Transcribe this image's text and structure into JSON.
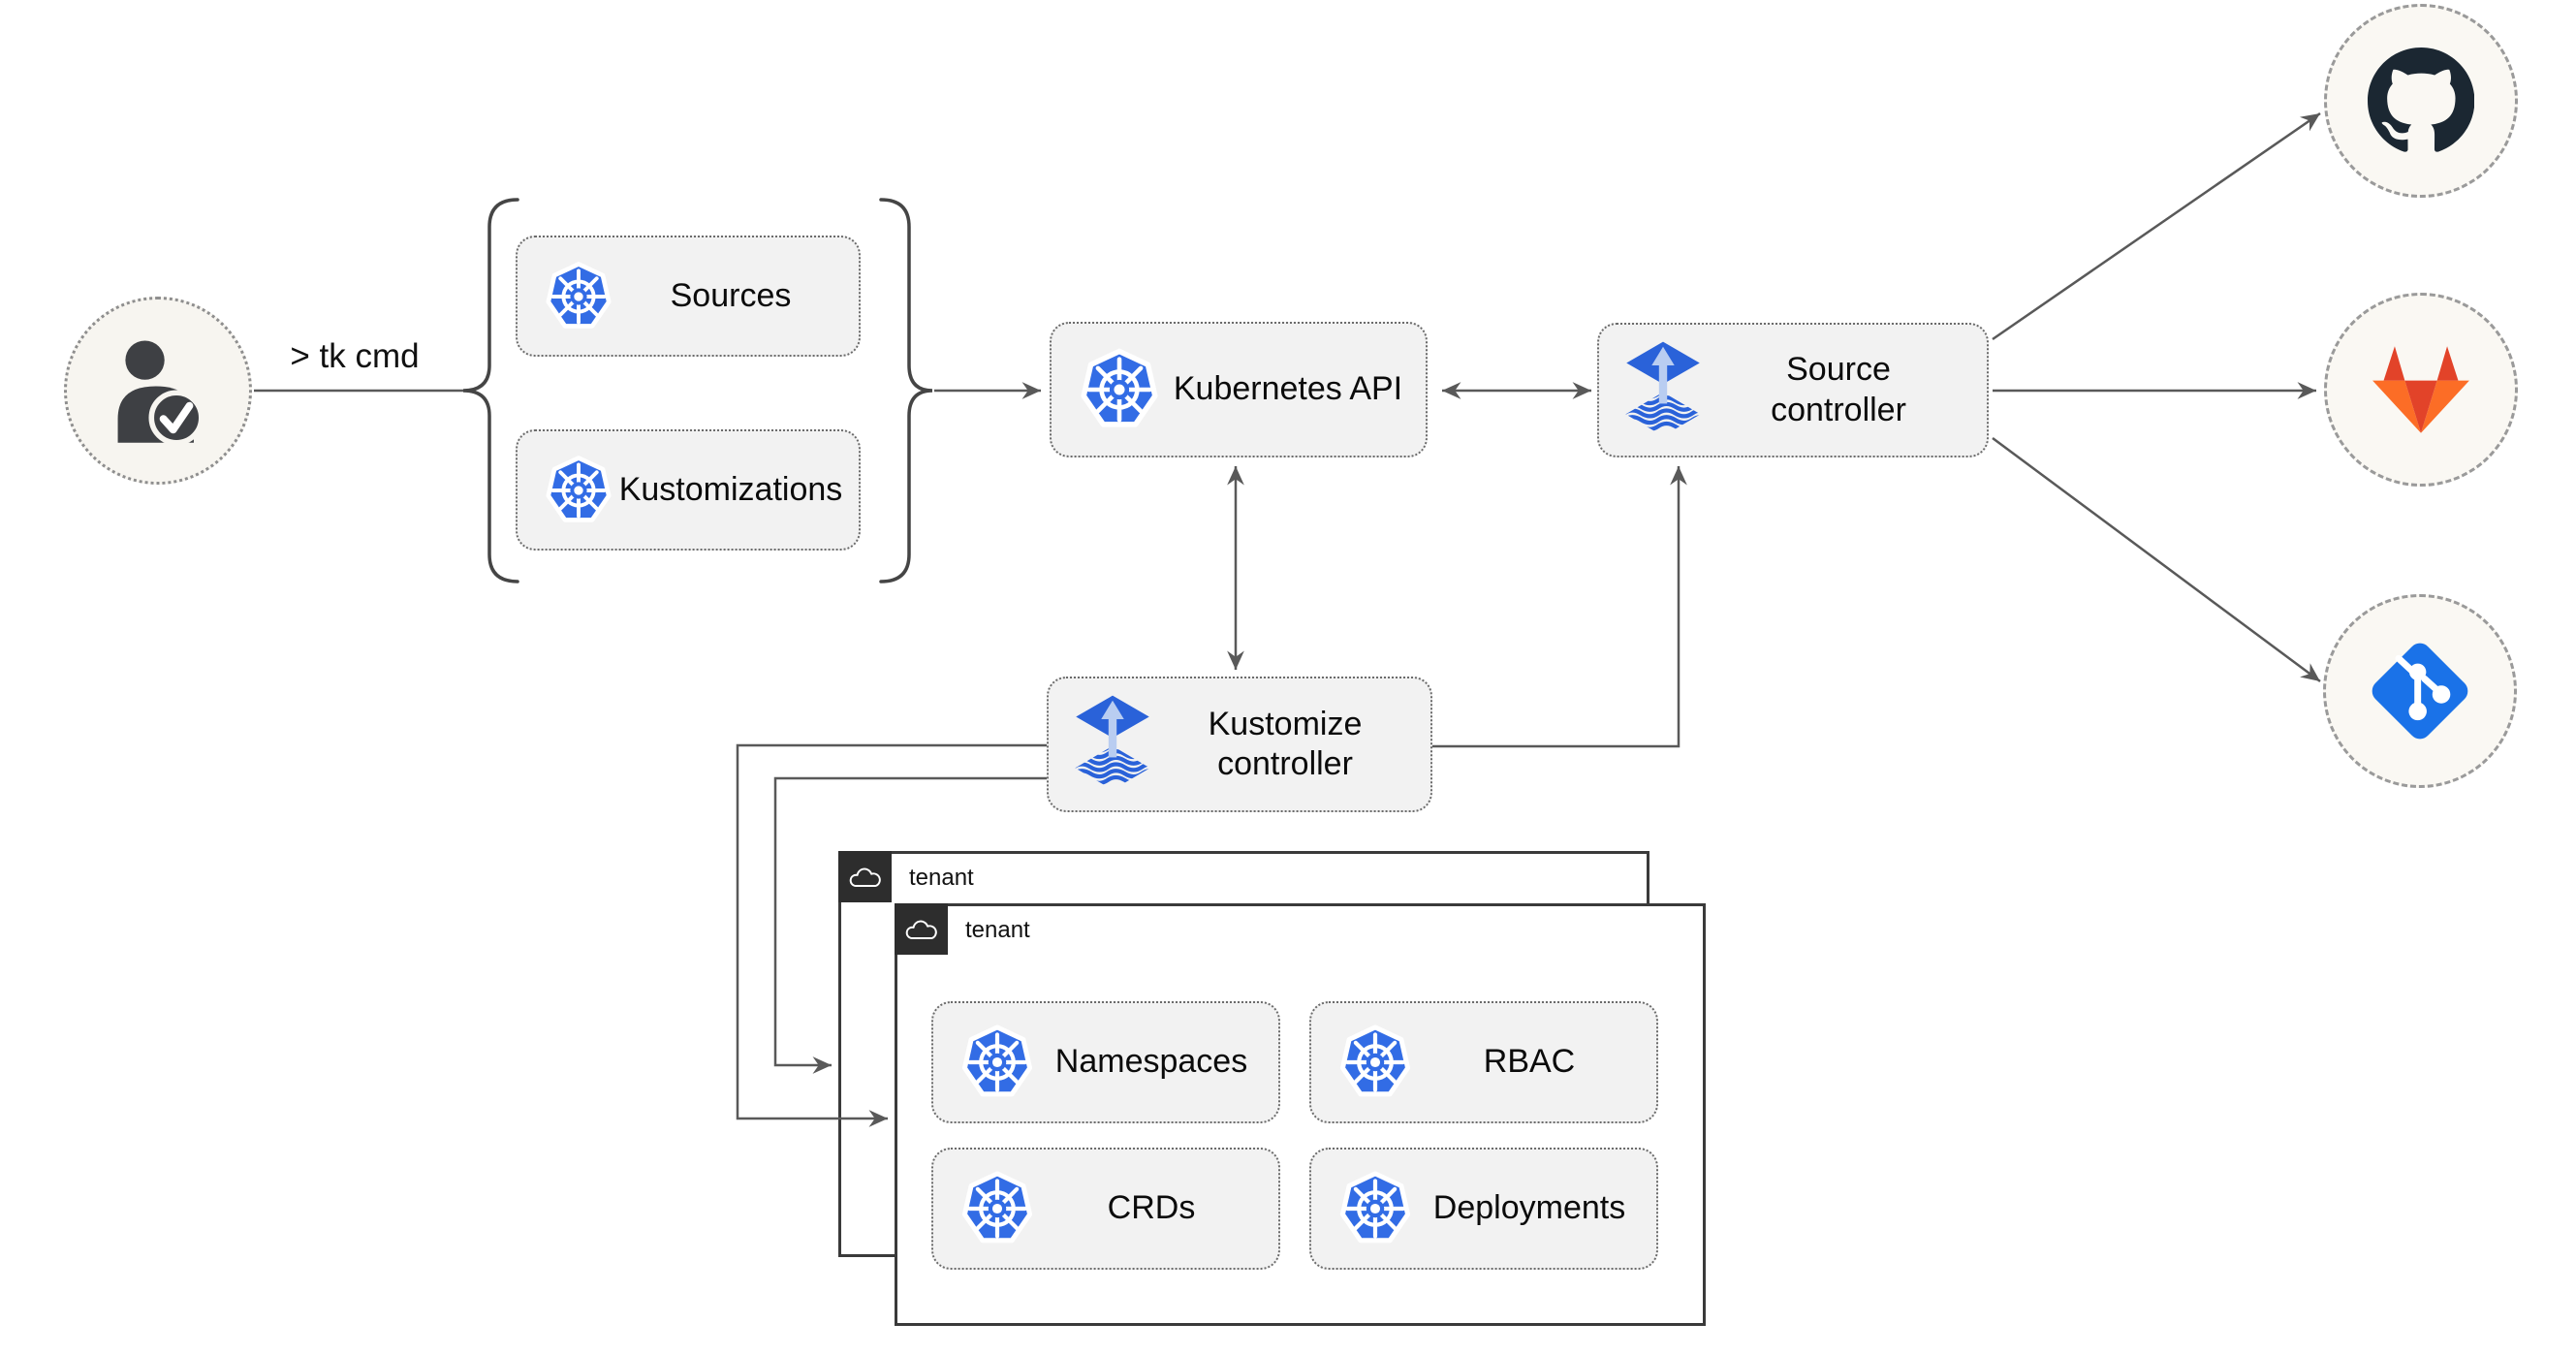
{
  "diagram": {
    "user": {
      "icon": "user-check-icon",
      "command": "> tk cmd"
    },
    "crd_group": {
      "sources_label": "Sources",
      "kustomizations_label": "Kustomizations"
    },
    "kubernetes_api": {
      "icon": "kubernetes-icon",
      "label": "Kubernetes API"
    },
    "source_controller": {
      "icon": "flux-icon",
      "label": "Source controller"
    },
    "kustomize_controller": {
      "icon": "flux-icon",
      "label": "Kustomize controller"
    },
    "tenants": {
      "back": {
        "icon": "cloud-icon",
        "label": "tenant"
      },
      "front": {
        "icon": "cloud-icon",
        "label": "tenant",
        "resources": {
          "namespaces": "Namespaces",
          "rbac": "RBAC",
          "crds": "CRDs",
          "deployments": "Deployments"
        }
      }
    },
    "git_providers": {
      "github": "github-octocat-icon",
      "gitlab": "gitlab-tanuki-icon",
      "git": "git-branch-icon"
    },
    "colors": {
      "kubernetes_blue": "#326ce5",
      "flux_blue": "#2a62d9",
      "flux_arrow_light": "#b9cdf1",
      "github_dark": "#1b2732",
      "gitlab_red": "#e24329",
      "gitlab_orange": "#fc6d26",
      "git_blue": "#1a72e8",
      "connector_gray": "#595959",
      "node_fill": "#f2f2f2",
      "tenant_border": "#3a3a3a"
    }
  }
}
